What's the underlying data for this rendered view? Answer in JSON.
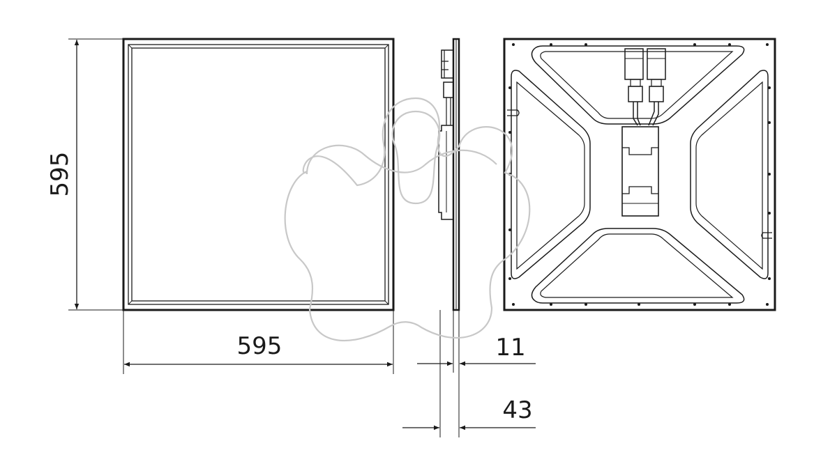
{
  "dimensions": {
    "height_label": "595",
    "width_label": "595",
    "frame_depth_label": "11",
    "total_depth_label": "43"
  },
  "colors": {
    "line": "#1a1a1a",
    "watermark": "#c8c8c8",
    "background": "#ffffff"
  }
}
